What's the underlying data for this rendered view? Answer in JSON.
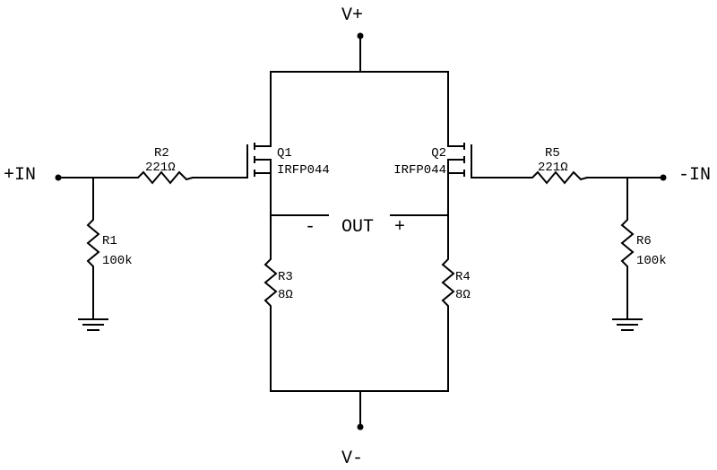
{
  "rails": {
    "positive": "V+",
    "negative": "V-"
  },
  "inputs": {
    "plus": "+IN",
    "minus": "-IN"
  },
  "output": {
    "label": "OUT",
    "minus_sign": "-",
    "plus_sign": "+"
  },
  "components": {
    "r1": {
      "ref": "R1",
      "value": "100k"
    },
    "r2": {
      "ref": "R2",
      "value": "221Ω"
    },
    "r3": {
      "ref": "R3",
      "value": "8Ω"
    },
    "r4": {
      "ref": "R4",
      "value": "8Ω"
    },
    "r5": {
      "ref": "R5",
      "value": "221Ω"
    },
    "r6": {
      "ref": "R6",
      "value": "100k"
    },
    "q1": {
      "ref": "Q1",
      "part": "IRFP044"
    },
    "q2": {
      "ref": "Q2",
      "part": "IRFP044"
    }
  },
  "colors": {
    "ink": "#000000",
    "background": "#ffffff"
  }
}
